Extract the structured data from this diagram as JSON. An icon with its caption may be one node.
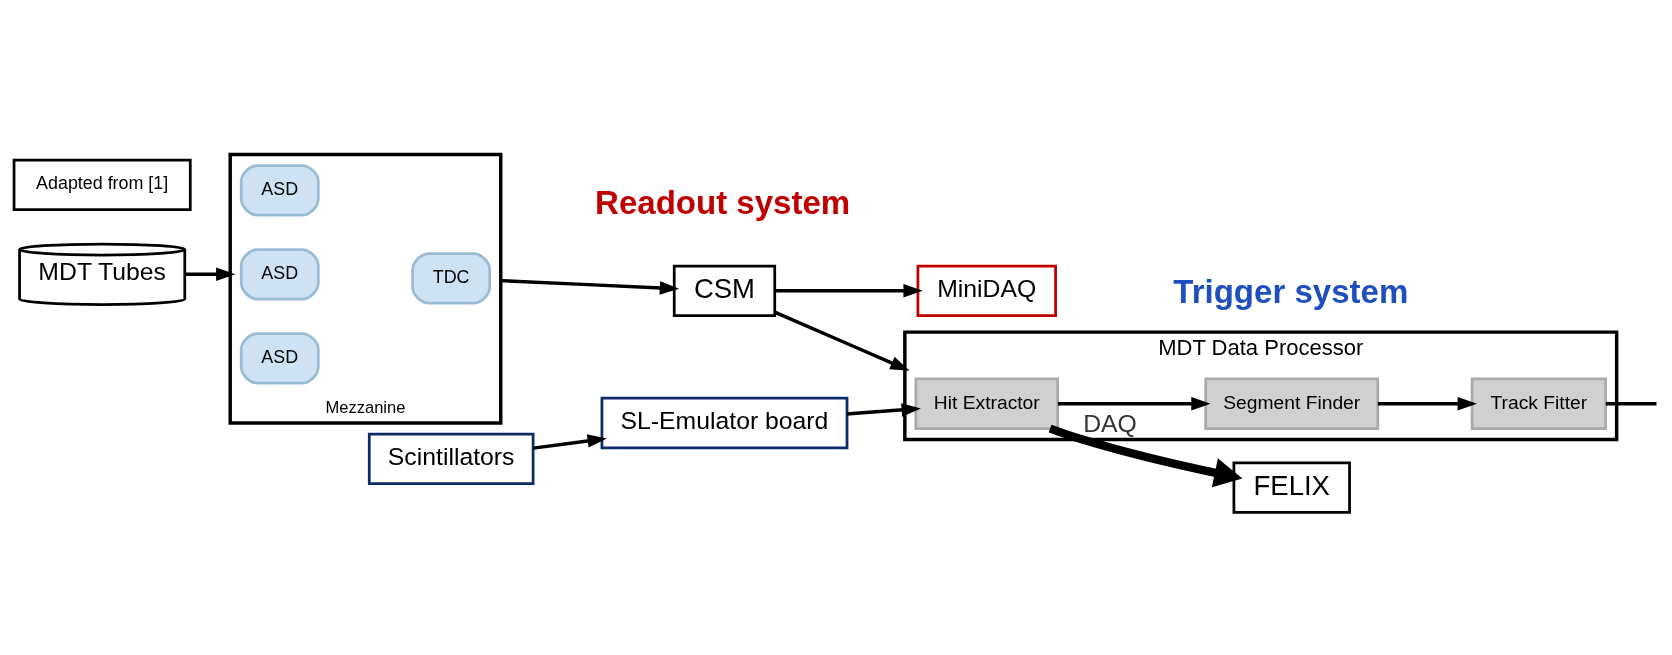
{
  "diagram": {
    "nodes": [
      {
        "text": [
          "MDT Tubes"
        ]
      },
      {
        "text": [
          "Mezzanine"
        ]
      },
      {
        "text": [
          "ASD"
        ],
        "in": 1
      },
      {
        "text": [
          "ASD"
        ],
        "in": 1
      },
      {
        "text": [
          "ASD"
        ],
        "in": 1
      },
      {
        "text": [
          "TDC"
        ],
        "in": 1
      },
      {
        "text": [
          "CSM"
        ]
      },
      {
        "text": [
          "MiniDAQ"
        ]
      },
      {
        "text": [
          "SL-Emulator board"
        ]
      },
      {
        "text": [
          "Scintillators"
        ]
      },
      {
        "text": [
          "MDT Data Processor"
        ]
      },
      {
        "text": [
          "Hit Extractor"
        ],
        "in": 10
      },
      {
        "text": [
          "Segment Finder"
        ],
        "in": 10
      },
      {
        "text": [
          "Track Fitter"
        ],
        "in": 10
      },
      {
        "text": [
          "FELIX"
        ]
      },
      {
        "text": [
          "Adapted from [1]"
        ]
      }
    ],
    "edges": [
      {
        "from": 0,
        "to": 1,
        "arrow": "to"
      },
      {
        "from": 1,
        "to": 6,
        "arrow": "to"
      },
      {
        "from": 6,
        "to": 10,
        "arrow": "to"
      },
      {
        "from": 6,
        "to": 7,
        "arrow": "to"
      },
      {
        "from": 9,
        "to": 8,
        "arrow": "to"
      },
      {
        "from": 8,
        "to": 11,
        "arrow": "to"
      },
      {
        "from": 11,
        "to": 12,
        "arrow": "to"
      },
      {
        "from": 12,
        "to": 13,
        "arrow": "to"
      },
      {
        "from": 13,
        "to": null,
        "arrow": "none"
      },
      {
        "from": 11,
        "to": 14,
        "arrow": "to",
        "label": "DAQ",
        "style": "thick"
      }
    ],
    "labels": [
      "Readout system",
      "Trigger system"
    ]
  }
}
